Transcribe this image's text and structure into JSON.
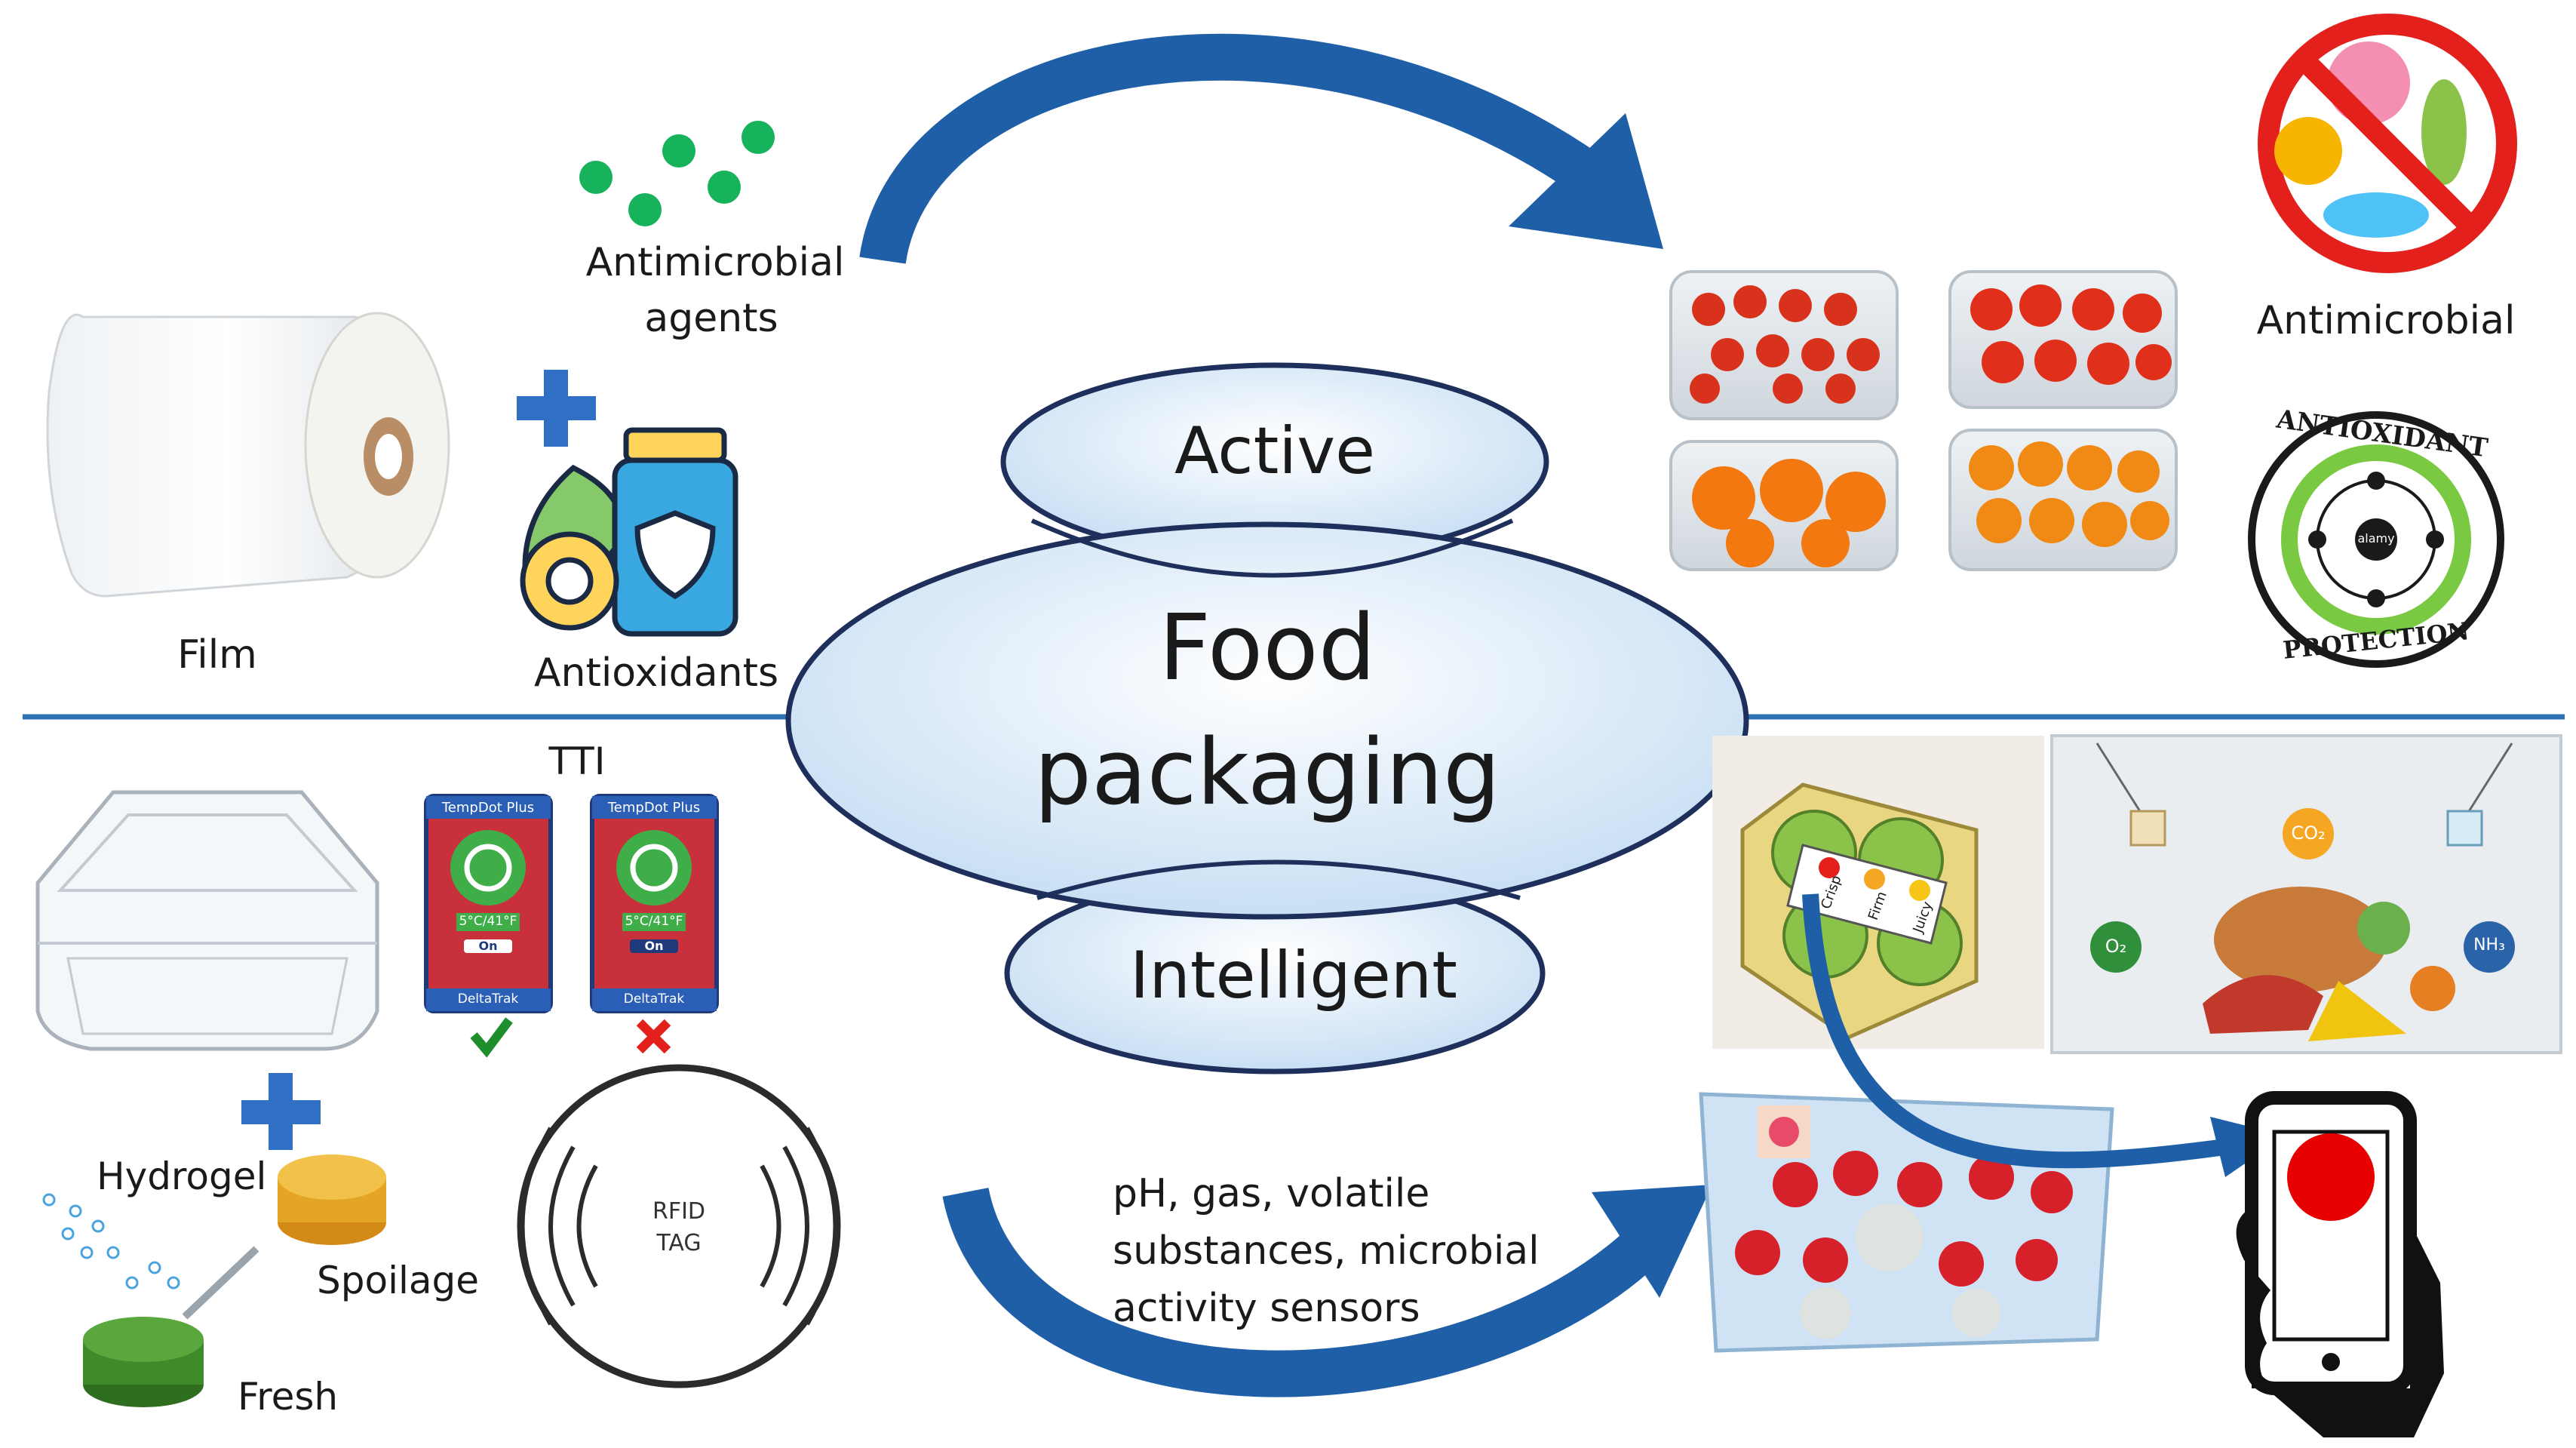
{
  "colors": {
    "arrow_blue": "#1f5fa8",
    "divider_blue": "#2e74b5",
    "ellipse_fill": "#d6e8f8",
    "ellipse_stroke": "#1d2f5a",
    "dot_green": "#17b35c",
    "plus_blue": "#2f6fc4"
  },
  "center": {
    "title_line1": "Food",
    "title_line2": "packaging",
    "active_label": "Active",
    "intelligent_label": "Intelligent"
  },
  "active_section": {
    "antimicrobial_agents_line1": "Antimicrobial",
    "antimicrobial_agents_line2": "agents",
    "film_label": "Film",
    "antioxidants_label": "Antioxidants",
    "antimicrobial_label": "Antimicrobial",
    "antioxidant_badge_top": "ANTIOXIDANT",
    "antioxidant_badge_bottom": "PROTECTION",
    "antioxidant_badge_center": "alamy"
  },
  "intelligent_section": {
    "tti_label": "TTI",
    "tti_card_brand": "TempDot Plus",
    "tti_card_temp": "5°C/41°F",
    "tti_card_on": "On",
    "tti_card_footer": "DeltaTrak",
    "hydrogel_label": "Hydrogel",
    "spoilage_label": "Spoilage",
    "fresh_label": "Fresh",
    "rfid_line1": "RFID",
    "rfid_line2": "TAG",
    "sensors_line1": "pH, gas, volatile",
    "sensors_line2": "substances, microbial",
    "sensors_line3": "activity sensors",
    "apple_tag_crisp": "Crisp",
    "apple_tag_firm": "Firm",
    "apple_tag_juicy": "Juicy",
    "gas_co2": "CO₂",
    "gas_o2": "O₂",
    "gas_nh3": "NH₃"
  }
}
